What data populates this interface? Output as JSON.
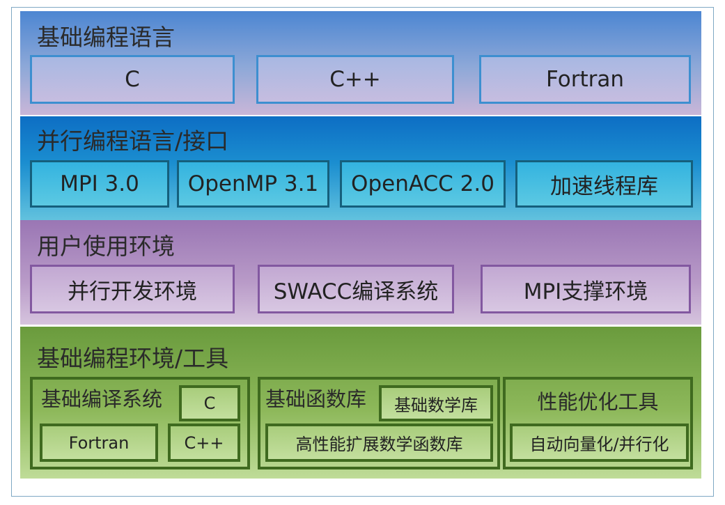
{
  "layers": {
    "basic_languages": {
      "title": "基础编程语言",
      "items": [
        "C",
        "C++",
        "Fortran"
      ]
    },
    "parallel_languages": {
      "title": "并行编程语言/接口",
      "items": [
        "MPI 3.0",
        "OpenMP 3.1",
        "OpenACC 2.0",
        "加速线程库"
      ]
    },
    "user_environment": {
      "title": "用户使用环境",
      "items": [
        "并行开发环境",
        "SWACC编译系统",
        "MPI支撑环境"
      ]
    },
    "basic_tools": {
      "title": "基础编程环境/工具",
      "compiler_group": {
        "title": "基础编译系统",
        "items": [
          "C",
          "Fortran",
          "C++"
        ]
      },
      "library_group": {
        "title": "基础函数库",
        "items": [
          "基础数学库",
          "高性能扩展数学函数库"
        ]
      },
      "optimization_group": {
        "title": "性能优化工具",
        "items": [
          "自动向量化/并行化"
        ]
      }
    }
  },
  "colors": {
    "layer1": "#4c86d2",
    "layer2": "#0d6ec4",
    "layer3": "#9a76b4",
    "layer4": "#6a9b3d"
  }
}
